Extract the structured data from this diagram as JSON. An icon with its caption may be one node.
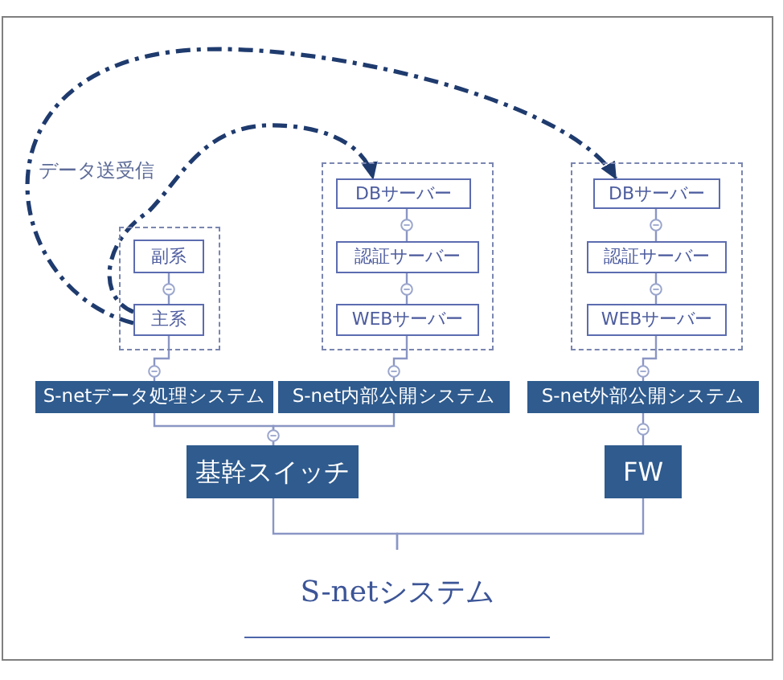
{
  "diagram": {
    "nodes": [
      {
        "text": [],
        "shape": "box"
      },
      {
        "text": [
          "副系"
        ],
        "in": 0
      },
      {
        "text": [
          "主系"
        ],
        "in": 0
      },
      {
        "text": [],
        "shape": "box"
      },
      {
        "text": [
          "DBサーバー"
        ],
        "in": 3
      },
      {
        "text": [
          "認証サーバー"
        ],
        "in": 3
      },
      {
        "text": [
          "WEBサーバー"
        ],
        "in": 3
      },
      {
        "text": [],
        "shape": "box"
      },
      {
        "text": [
          "DBサーバー"
        ],
        "in": 7
      },
      {
        "text": [
          "認証サーバー"
        ],
        "in": 7
      },
      {
        "text": [
          "WEBサーバー"
        ],
        "in": 7
      },
      {
        "text": [
          "S-netデータ処理システム"
        ]
      },
      {
        "text": [
          "S-net内部公開システム"
        ]
      },
      {
        "text": [
          "S-net外部公開システム"
        ]
      },
      {
        "text": [
          "基幹スイッチ"
        ]
      },
      {
        "text": [
          "FW"
        ]
      },
      {
        "text": [
          "S-netシステム"
        ]
      }
    ],
    "edges": [
      {
        "from": 2,
        "to": 4,
        "arrow": "to",
        "style": "dashed",
        "color": "#1f3b6e"
      },
      {
        "from": 2,
        "to": 8,
        "arrow": "to",
        "style": "dashed",
        "color": "#1f3b6e"
      },
      {
        "from": 1,
        "to": 2,
        "arrow": "none"
      },
      {
        "from": 4,
        "to": 5,
        "arrow": "none"
      },
      {
        "from": 5,
        "to": 6,
        "arrow": "none"
      },
      {
        "from": 8,
        "to": 9,
        "arrow": "none"
      },
      {
        "from": 9,
        "to": 10,
        "arrow": "none"
      },
      {
        "from": 2,
        "to": 11,
        "arrow": "none"
      },
      {
        "from": 6,
        "to": 12,
        "arrow": "none"
      },
      {
        "from": 10,
        "to": 13,
        "arrow": "none"
      },
      {
        "from": 11,
        "to": 14,
        "arrow": "none"
      },
      {
        "from": 12,
        "to": 14,
        "arrow": "none"
      },
      {
        "from": 13,
        "to": 15,
        "arrow": "none"
      },
      {
        "from": 14,
        "to": 16,
        "arrow": "none"
      },
      {
        "from": 15,
        "to": 16,
        "arrow": "none"
      }
    ],
    "labels": [
      "データ送受信"
    ]
  }
}
